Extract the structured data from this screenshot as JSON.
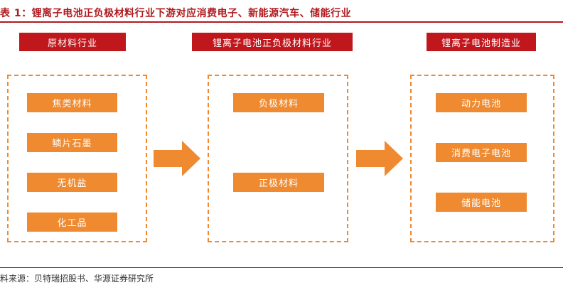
{
  "title": "表 1：锂离子电池正负极材料行业下游对应消费电子、新能源汽车、储能行业",
  "source": "料来源：贝特瑞招股书、华源证券研究所",
  "colors": {
    "header": "#c0171d",
    "box": "#ef8a30",
    "dash": "#ef8a30",
    "title": "#b0191e"
  },
  "columns": [
    {
      "header": "原材料行业",
      "items": [
        "焦类材料",
        "鳞片石墨",
        "无机盐",
        "化工品"
      ]
    },
    {
      "header": "锂离子电池正负极材料行业",
      "items": [
        "负极材料",
        "正极材料"
      ]
    },
    {
      "header": "锂离子电池制造业",
      "items": [
        "动力电池",
        "消费电子电池",
        "储能电池"
      ]
    }
  ],
  "arrows": [
    "arrow-right-icon",
    "arrow-right-icon"
  ]
}
